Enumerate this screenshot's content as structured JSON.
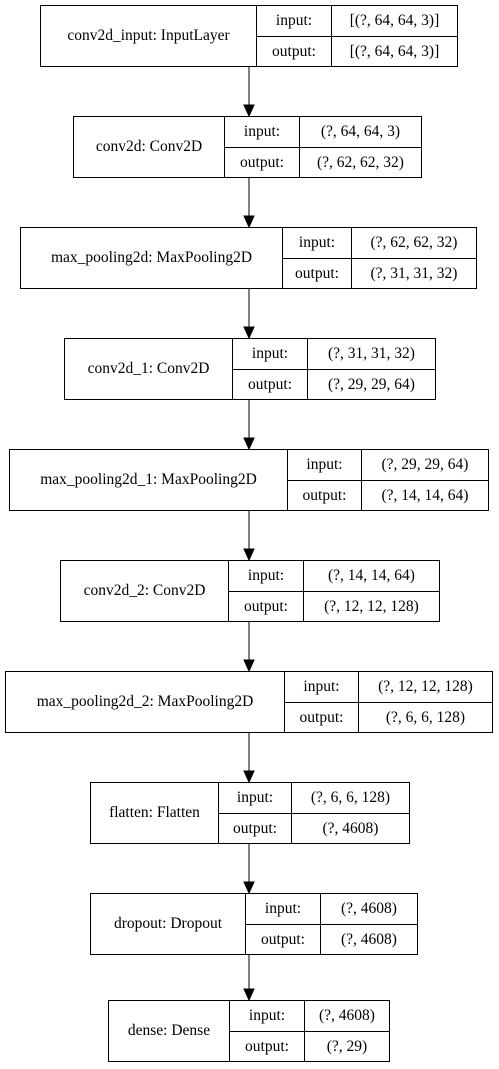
{
  "io_labels": {
    "input": "input:",
    "output": "output:"
  },
  "nodes": [
    {
      "label": "conv2d_input: InputLayer",
      "input": "[(?, 64, 64, 3)]",
      "output": "[(?, 64, 64, 3)]"
    },
    {
      "label": "conv2d: Conv2D",
      "input": "(?, 64, 64, 3)",
      "output": "(?, 62, 62, 32)"
    },
    {
      "label": "max_pooling2d: MaxPooling2D",
      "input": "(?, 62, 62, 32)",
      "output": "(?, 31, 31, 32)"
    },
    {
      "label": "conv2d_1: Conv2D",
      "input": "(?, 31, 31, 32)",
      "output": "(?, 29, 29, 64)"
    },
    {
      "label": "max_pooling2d_1: MaxPooling2D",
      "input": "(?, 29, 29, 64)",
      "output": "(?, 14, 14, 64)"
    },
    {
      "label": "conv2d_2: Conv2D",
      "input": "(?, 14, 14, 64)",
      "output": "(?, 12, 12, 128)"
    },
    {
      "label": "max_pooling2d_2: MaxPooling2D",
      "input": "(?, 12, 12, 128)",
      "output": "(?, 6, 6, 128)"
    },
    {
      "label": "flatten: Flatten",
      "input": "(?, 6, 6, 128)",
      "output": "(?, 4608)"
    },
    {
      "label": "dropout: Dropout",
      "input": "(?, 4608)",
      "output": "(?, 4608)"
    },
    {
      "label": "dense: Dense",
      "input": "(?, 4608)",
      "output": "(?, 29)"
    }
  ]
}
